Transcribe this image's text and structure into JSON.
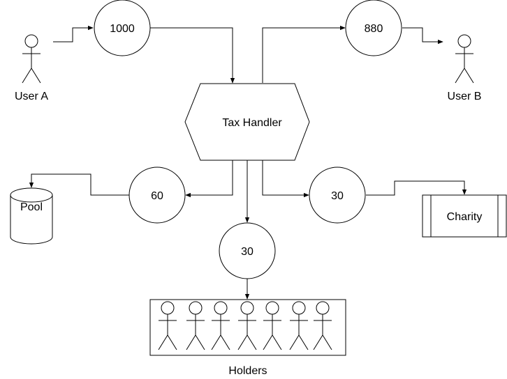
{
  "nodes": {
    "user_a": "User A",
    "user_b": "User B",
    "tax_handler": "Tax Handler",
    "pool": "Pool",
    "charity": "Charity",
    "holders": "Holders"
  },
  "amounts": {
    "input": "1000",
    "to_user_b": "880",
    "to_pool": "60",
    "to_charity": "30",
    "to_holders": "30"
  },
  "colors": {
    "stroke": "#000000",
    "fill": "#ffffff"
  }
}
